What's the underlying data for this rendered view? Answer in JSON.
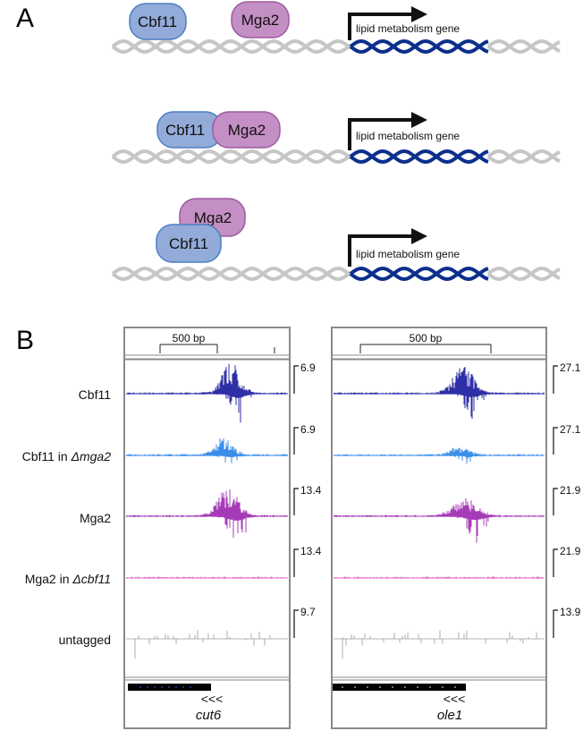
{
  "panel_a": {
    "letter": "A",
    "rows": [
      {
        "proteins": [
          "Cbf11",
          "Mga2"
        ],
        "gene_label": "lipid metabolism gene"
      },
      {
        "proteins": [
          "Cbf11",
          "Mga2"
        ],
        "gene_label": "lipid metabolism gene"
      },
      {
        "proteins": [
          "Cbf11",
          "Mga2"
        ],
        "gene_label": "lipid metabolism gene"
      }
    ],
    "colors": {
      "cbf11_fill": "#93abd8",
      "cbf11_stroke": "#4a7fc3",
      "mga2_fill": "#c48fc4",
      "mga2_stroke": "#9b5aa0",
      "dna_gray": "#c6c6c6",
      "dna_gene": "#0d2f8c"
    }
  },
  "panel_b": {
    "letter": "B",
    "tracks": [
      {
        "label": "Cbf11",
        "suffix": "",
        "color": "#2e2ea6",
        "scale_left": "6.9",
        "scale_right": "27.1"
      },
      {
        "label": "Cbf11 in ",
        "suffix": "Δmga2",
        "color": "#3b8ee8",
        "scale_left": "6.9",
        "scale_right": "27.1"
      },
      {
        "label": "Mga2",
        "suffix": "",
        "color": "#a63bb8",
        "scale_left": "13.4",
        "scale_right": "21.9"
      },
      {
        "label": "Mga2 in ",
        "suffix": "Δcbf11",
        "color": "#e070d0",
        "scale_left": "13.4",
        "scale_right": "21.9"
      },
      {
        "label": "untagged",
        "suffix": "",
        "color": "#9a9a9a",
        "scale_left": "9.7",
        "scale_right": "13.9"
      }
    ],
    "loci": [
      {
        "name": "cut6",
        "scale_bar": "500 bp",
        "direction": "<<<"
      },
      {
        "name": "ole1",
        "scale_bar": "500 bp",
        "direction": "<<<"
      }
    ]
  }
}
